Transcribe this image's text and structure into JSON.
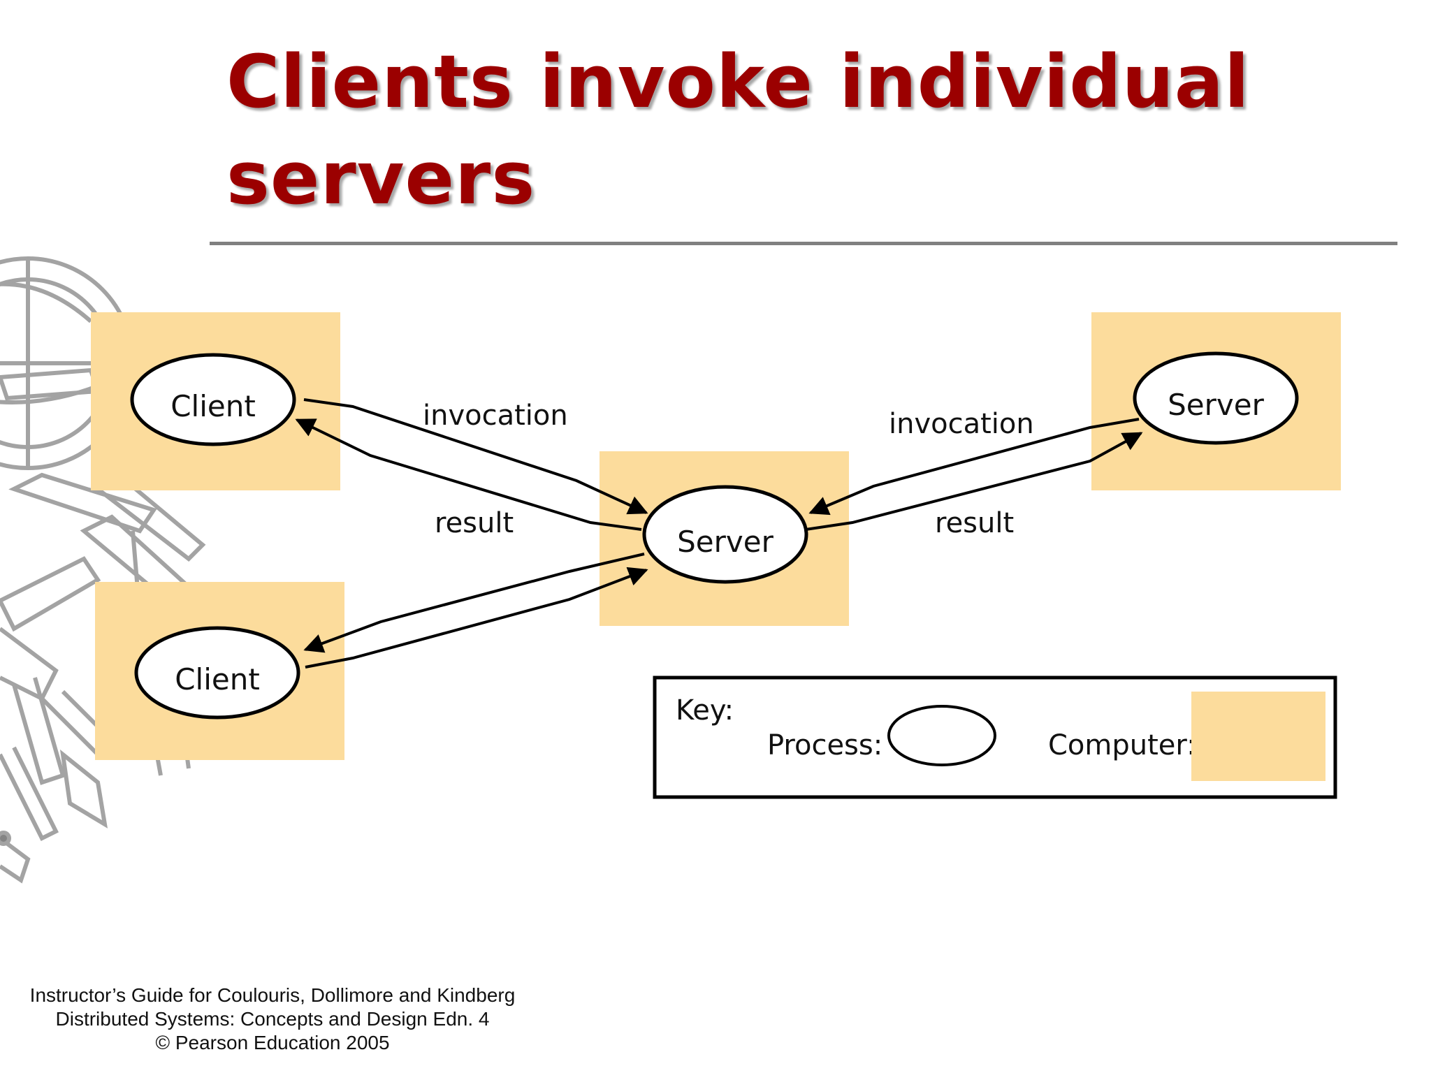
{
  "title": "Clients invoke individual servers",
  "diagram": {
    "nodes": [
      {
        "id": "client1",
        "label": "Client",
        "kind": "process"
      },
      {
        "id": "client2",
        "label": "Client",
        "kind": "process"
      },
      {
        "id": "server_center",
        "label": "Server",
        "kind": "process"
      },
      {
        "id": "server_right",
        "label": "Server",
        "kind": "process"
      }
    ],
    "edge_labels": {
      "left_invocation": "invocation",
      "left_result": "result",
      "right_invocation": "invocation",
      "right_result": "result"
    },
    "key": {
      "title": "Key:",
      "process_label": "Process:",
      "computer_label": "Computer:"
    },
    "colors": {
      "computer_fill": "#fcdc9c",
      "title_color": "#9b0000",
      "rule_color": "#808080"
    }
  },
  "footer": {
    "line1": "Instructor’s Guide for  Coulouris, Dollimore and Kindberg",
    "line2": "Distributed Systems: Concepts and Design   Edn. 4",
    "line3": "©  Pearson Education 2005"
  }
}
